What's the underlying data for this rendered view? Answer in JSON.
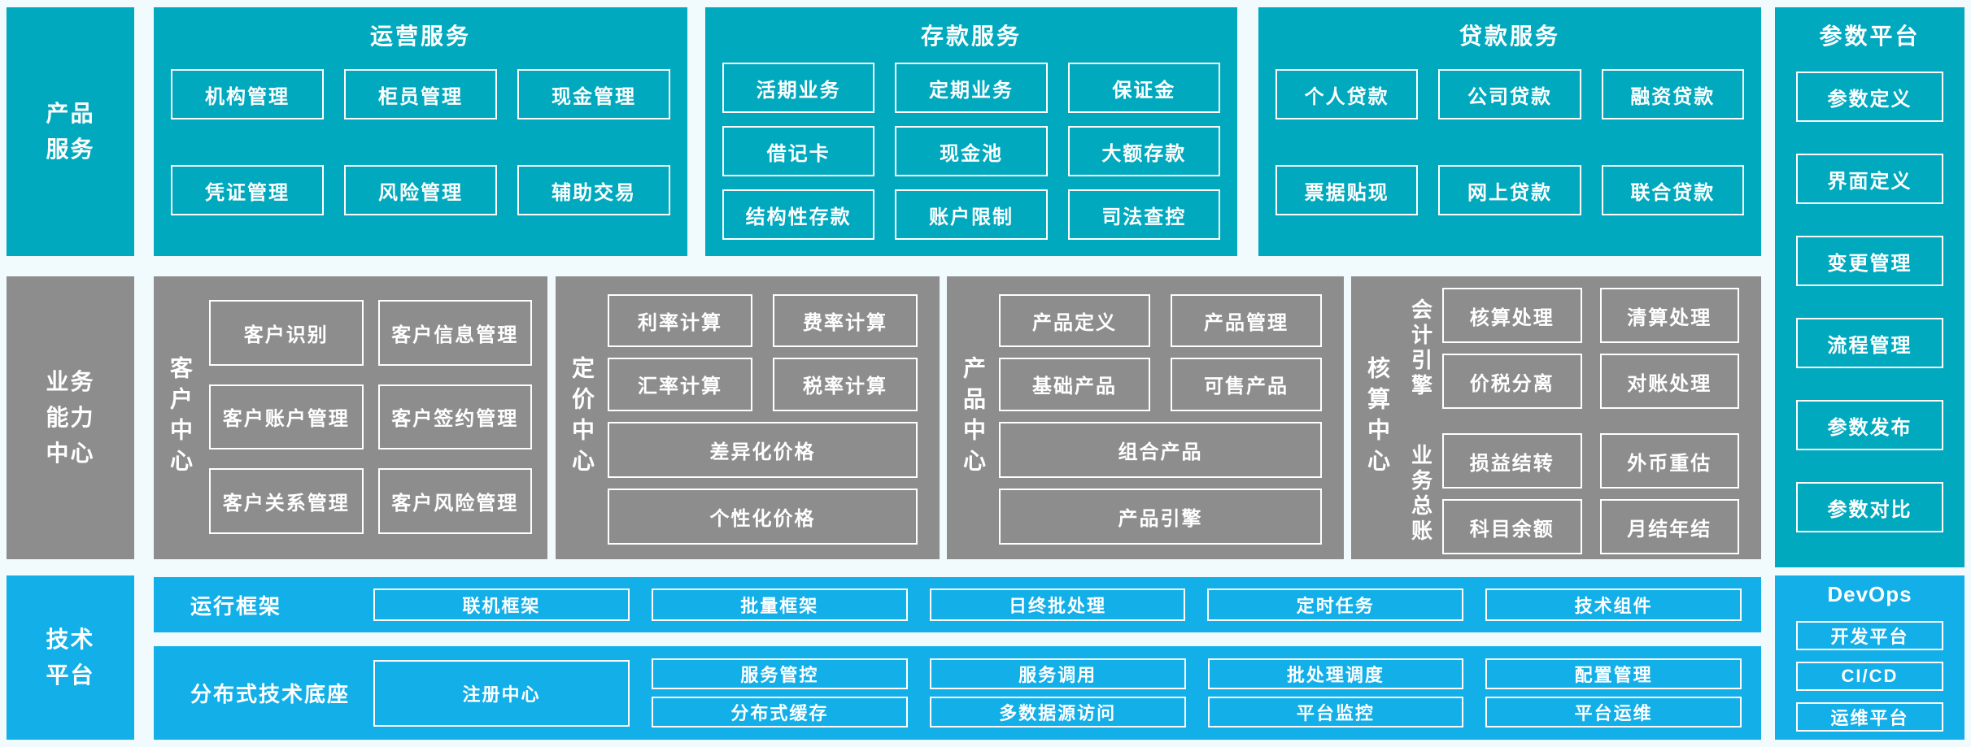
{
  "colors": {
    "teal": "#00A9BE",
    "gray": "#8D8D8D",
    "light_blue": "#13AFE9",
    "background": "#F1FAFC",
    "text": "#FFFFFF"
  },
  "rails": [
    {
      "lines": [
        "产品",
        "服务"
      ]
    },
    {
      "lines": [
        "业务",
        "能力",
        "中心"
      ]
    },
    {
      "lines": [
        "技术",
        "平台"
      ]
    }
  ],
  "top_sections": [
    {
      "title": "运营服务",
      "buttons": [
        "机构管理",
        "柜员管理",
        "现金管理",
        "凭证管理",
        "风险管理",
        "辅助交易"
      ]
    },
    {
      "title": "存款服务",
      "buttons": [
        "活期业务",
        "定期业务",
        "保证金",
        "借记卡",
        "现金池",
        "大额存款",
        "结构性存款",
        "账户限制",
        "司法查控"
      ]
    },
    {
      "title": "贷款服务",
      "buttons": [
        "个人贷款",
        "公司贷款",
        "融资贷款",
        "票据贴现",
        "网上贷款",
        "联合贷款"
      ]
    }
  ],
  "param_platform": {
    "title": "参数平台",
    "buttons": [
      "参数定义",
      "界面定义",
      "变更管理",
      "流程管理",
      "参数发布",
      "参数对比"
    ]
  },
  "centers": [
    {
      "label": "客户中心",
      "buttons": [
        "客户识别",
        "客户信息管理",
        "客户账户管理",
        "客户签约管理",
        "客户关系管理",
        "客户风险管理"
      ]
    },
    {
      "label": "定价中心",
      "buttons": [
        "利率计算",
        "费率计算",
        "汇率计算",
        "税率计算"
      ],
      "wide_buttons": [
        "差异化价格",
        "个性化价格"
      ]
    },
    {
      "label": "产品中心",
      "buttons": [
        "产品定义",
        "产品管理",
        "基础产品",
        "可售产品"
      ],
      "wide_buttons": [
        "组合产品",
        "产品引擎"
      ]
    },
    {
      "label": "核算中心",
      "groups": [
        {
          "label": "会计引擎",
          "buttons": [
            "核算处理",
            "清算处理",
            "价税分离",
            "对账处理"
          ]
        },
        {
          "label": "业务总账",
          "buttons": [
            "损益结转",
            "外币重估",
            "科目余额",
            "月结年结"
          ]
        }
      ]
    }
  ],
  "runtime_framework": {
    "label": "运行框架",
    "buttons": [
      "联机框架",
      "批量框架",
      "日终批处理",
      "定时任务",
      "技术组件"
    ]
  },
  "distributed_base": {
    "label": "分布式技术底座",
    "registry": "注册中心",
    "columns": [
      [
        "服务管控",
        "分布式缓存"
      ],
      [
        "服务调用",
        "多数据源访问"
      ],
      [
        "批处理调度",
        "平台监控"
      ],
      [
        "配置管理",
        "平台运维"
      ]
    ]
  },
  "devops": {
    "title": "DevOps",
    "buttons": [
      "开发平台",
      "CI/CD",
      "运维平台"
    ]
  }
}
